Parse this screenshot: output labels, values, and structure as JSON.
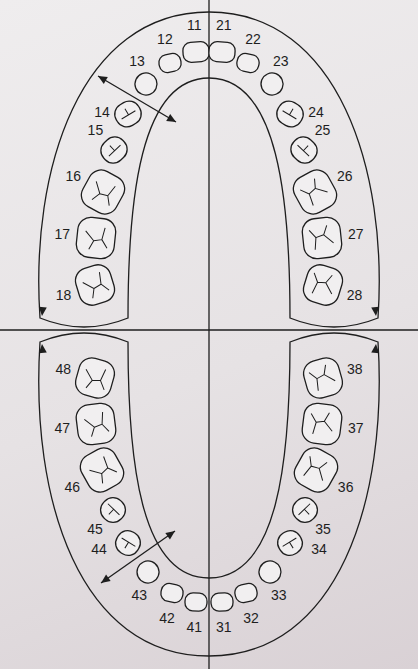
{
  "diagram": {
    "labels": [
      "11",
      "12",
      "13",
      "14",
      "15",
      "16",
      "17",
      "18",
      "21",
      "22",
      "23",
      "24",
      "25",
      "26",
      "27",
      "28",
      "31",
      "32",
      "33",
      "34",
      "35",
      "36",
      "37",
      "38",
      "41",
      "42",
      "43",
      "44",
      "45",
      "46",
      "47",
      "48"
    ]
  }
}
